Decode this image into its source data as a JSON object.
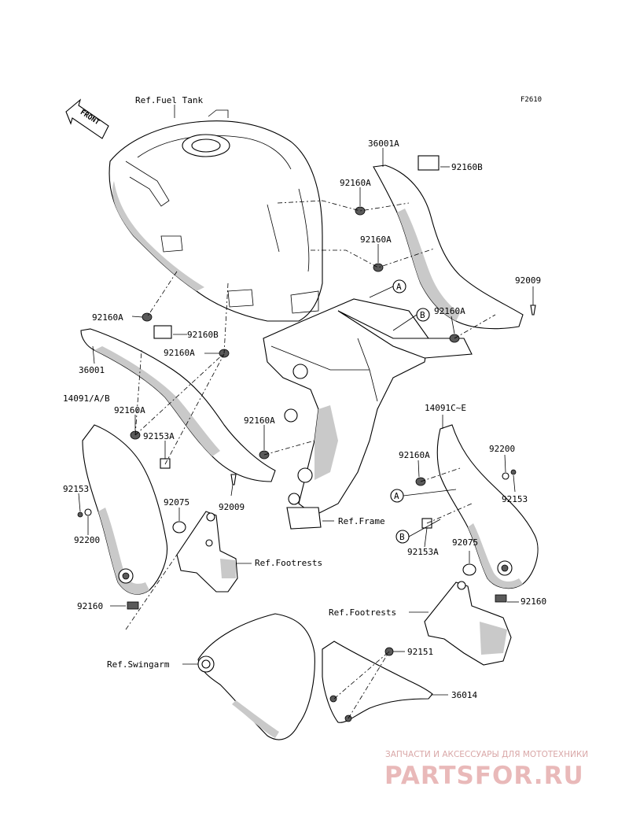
{
  "figure_code": "F2610",
  "front_arrow_label": "FRONT",
  "refs": {
    "fuel_tank": "Ref.Fuel Tank",
    "frame": "Ref.Frame",
    "footrests_left": "Ref.Footrests",
    "footrests_right": "Ref.Footrests",
    "swingarm": "Ref.Swingarm"
  },
  "callouts": {
    "A1": "A",
    "A2": "A",
    "B1": "B",
    "B2": "B"
  },
  "parts": {
    "p36001A": "36001A",
    "p92160B_top": "92160B",
    "p92160A_1": "92160A",
    "p92160A_2": "92160A",
    "p92009_right": "92009",
    "p92160A_3": "92160A",
    "p92160A_4": "92160A",
    "p92160B_left": "92160B",
    "p92160A_5": "92160A",
    "p36001": "36001",
    "p14091AB": "14091/A/B",
    "p92160A_6": "92160A",
    "p92153A_left": "92153A",
    "p92160A_7": "92160A",
    "p92153_left": "92153",
    "p92075_left": "92075",
    "p92009_left": "92009",
    "p92200_left": "92200",
    "p92160_left": "92160",
    "p14091CE": "14091C~E",
    "p92160A_8": "92160A",
    "p92200_right": "92200",
    "p92153_right": "92153",
    "p92153A_right": "92153A",
    "p92075_right": "92075",
    "p92160_right": "92160",
    "p92151": "92151",
    "p36014": "36014"
  },
  "watermark": {
    "line1": "ЗАПЧАСТИ И АКСЕССУАРЫ ДЛЯ МОТОТЕХНИКИ",
    "line2": "PARTSFOR.RU"
  }
}
